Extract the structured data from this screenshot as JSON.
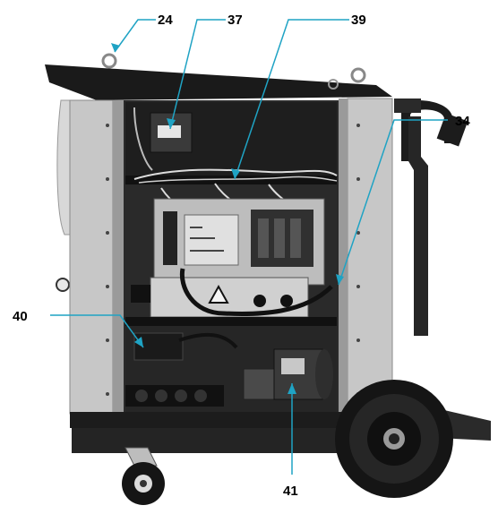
{
  "callouts": [
    {
      "id": "24",
      "label": "24"
    },
    {
      "id": "37",
      "label": "37"
    },
    {
      "id": "39",
      "label": "39"
    },
    {
      "id": "34",
      "label": "34"
    },
    {
      "id": "40",
      "label": "40"
    },
    {
      "id": "41",
      "label": "41"
    }
  ],
  "colors": {
    "leader": "#1fa3c4",
    "panel": "#c7c7c7",
    "frame": "#1c1c1c",
    "interior": "#2a2a2a",
    "board": "#bdbdbd"
  },
  "hazard_symbol": "warning-triangle-icon"
}
